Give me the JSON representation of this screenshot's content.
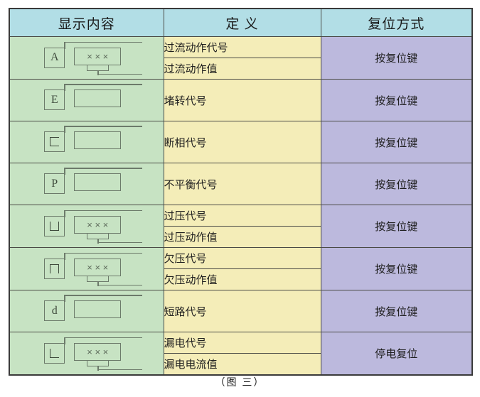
{
  "figure": {
    "caption": "（图 三）"
  },
  "colors": {
    "header_bg": "#b2dee6",
    "display_bg": "#c7e3c3",
    "definition_bg": "#f4edb8",
    "reset_bg": "#bcb9dd",
    "border": "#4a4a45",
    "outer_border": "#3a3a3a",
    "text": "#1f1f1f"
  },
  "table": {
    "headers": [
      "显示内容",
      "定 义",
      "复位方式"
    ],
    "rows": [
      {
        "display": {
          "code": "A",
          "symbol": "letter",
          "value_box": "xxx",
          "value_text": "× × ×",
          "has_bottom_lead": true
        },
        "definitions": [
          "过流动作代号",
          "过流动作值"
        ],
        "reset": "按复位键"
      },
      {
        "display": {
          "code": "E",
          "symbol": "letter",
          "value_box": "empty",
          "value_text": "",
          "has_bottom_lead": false
        },
        "definitions": [
          "堵转代号"
        ],
        "reset": "按复位键"
      },
      {
        "display": {
          "code": "c",
          "symbol": "c-shape",
          "value_box": "empty",
          "value_text": "",
          "has_bottom_lead": false
        },
        "definitions": [
          "断相代号"
        ],
        "reset": "按复位键"
      },
      {
        "display": {
          "code": "P",
          "symbol": "letter",
          "value_box": "empty",
          "value_text": "",
          "has_bottom_lead": false
        },
        "definitions": [
          "不平衡代号"
        ],
        "reset": "按复位键"
      },
      {
        "display": {
          "code": "∪",
          "symbol": "u-shape",
          "value_box": "xxx",
          "value_text": "× × ×",
          "has_bottom_lead": true
        },
        "definitions": [
          "过压代号",
          "过压动作值"
        ],
        "reset": "按复位键"
      },
      {
        "display": {
          "code": "∩",
          "symbol": "n-shape",
          "value_box": "xxx",
          "value_text": "× × ×",
          "has_bottom_lead": true
        },
        "definitions": [
          "欠压代号",
          "欠压动作值"
        ],
        "reset": "按复位键"
      },
      {
        "display": {
          "code": "d",
          "symbol": "letter",
          "value_box": "empty",
          "value_text": "",
          "has_bottom_lead": false
        },
        "definitions": [
          "短路代号"
        ],
        "reset": "按复位键"
      },
      {
        "display": {
          "code": "L",
          "symbol": "l-shape",
          "value_box": "xxx",
          "value_text": "× × ×",
          "has_bottom_lead": true
        },
        "definitions": [
          "漏电代号",
          "漏电电流值"
        ],
        "reset": "停电复位"
      }
    ]
  }
}
